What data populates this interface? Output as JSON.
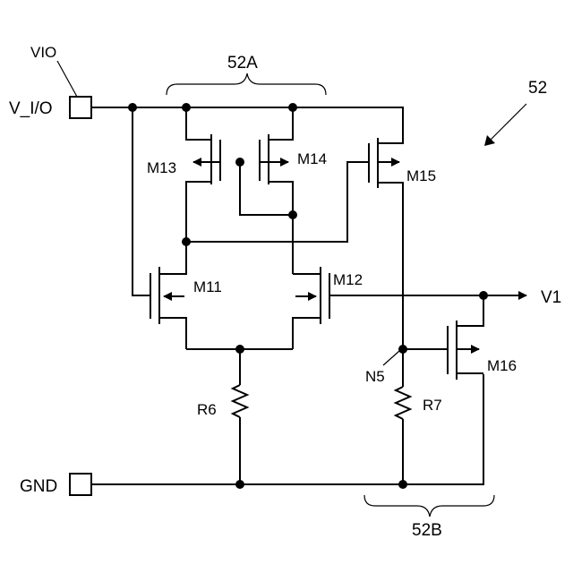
{
  "figure_number": "52",
  "terminals": {
    "vio_label": "VIO",
    "vio_node": "V_I/O",
    "gnd": "GND",
    "output": "V1"
  },
  "groups": {
    "top_bracket": "52A",
    "bottom_bracket": "52B"
  },
  "transistors": {
    "m11": "M11",
    "m12": "M12",
    "m13": "M13",
    "m14": "M14",
    "m15": "M15",
    "m16": "M16"
  },
  "resistors": {
    "r6": "R6",
    "r7": "R7"
  },
  "nodes": {
    "n5": "N5"
  }
}
